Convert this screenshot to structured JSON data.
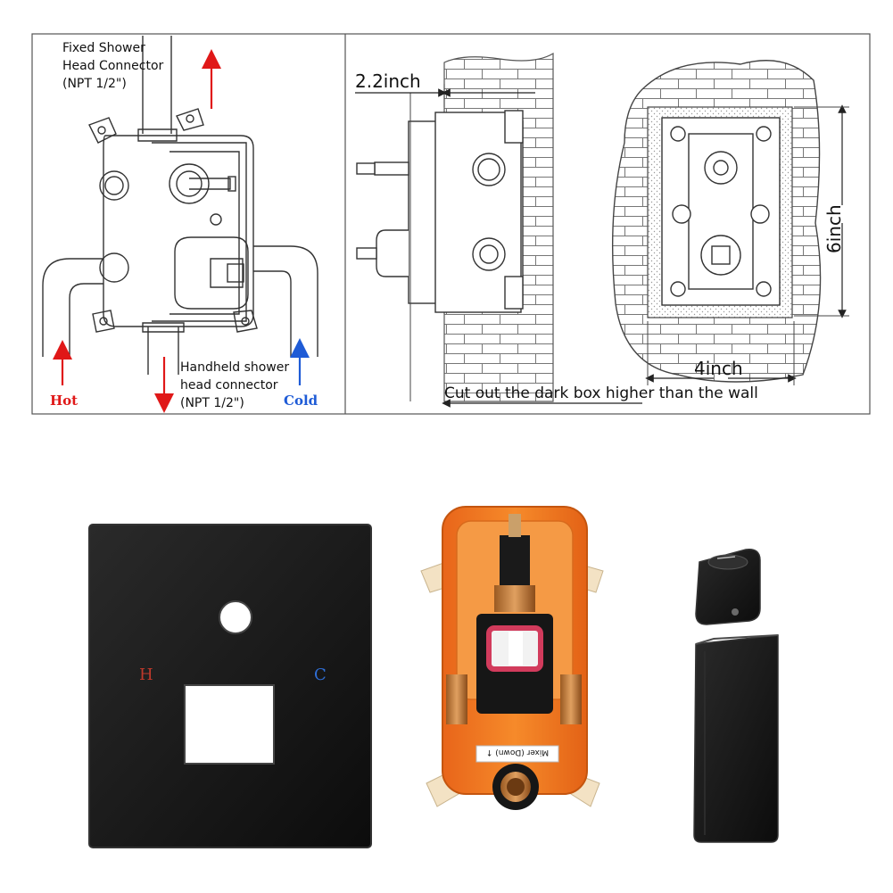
{
  "left_panel": {
    "fixed_label": [
      "Fixed Shower",
      "Head Connector",
      "(NPT 1/2\")"
    ],
    "handheld_label": [
      "Handheld shower",
      "head connector",
      "(NPT 1/2\")"
    ],
    "hot_label": "Hot",
    "cold_label": "Cold"
  },
  "right_panel": {
    "depth_label": "2.2inch",
    "height_label": "6inch",
    "width_label": "4inch",
    "note": "Cut out the dark box higher than the wall"
  },
  "products": {
    "plate_hot_letter": "H",
    "plate_cold_letter": "C",
    "valve_label": "Mixer (Down) ↑"
  },
  "colors": {
    "hot_arrow": "#e01818",
    "cold_arrow": "#1e5bd6",
    "valve_body": "#f07a1e",
    "black_finish": "#141414"
  }
}
